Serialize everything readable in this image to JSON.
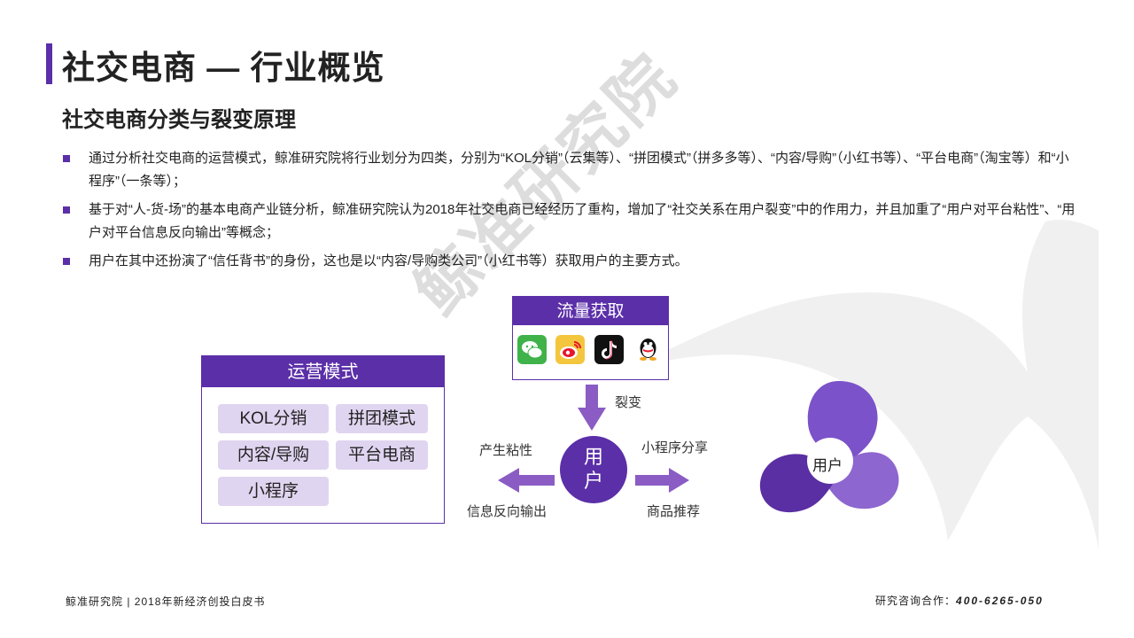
{
  "header": {
    "title": "社交电商 — 行业概览",
    "subtitle": "社交电商分类与裂变原理"
  },
  "bullets": [
    "通过分析社交电商的运营模式，鲸准研究院将行业划分为四类，分别为“KOL分销”（云集等）、“拼团模式”（拼多多等）、“内容/导购”（小红书等）、“平台电商”（淘宝等）和“小程序”（一条等）；",
    "基于对“人-货-场”的基本电商产业链分析，鲸准研究院认为2018年社交电商已经经历了重构，增加了“社交关系在用户裂变”中的作用力，并且加重了“用户对平台粘性”、“用户对平台信息反向输出”等概念；",
    "用户在其中还扮演了“信任背书”的身份，这也是以“内容/导购类公司”（小红书等）获取用户的主要方式。"
  ],
  "watermark": "鲸准研究院",
  "ops": {
    "title": "运营模式",
    "items": [
      "KOL分销",
      "拼团模式",
      "内容/导购",
      "平台电商",
      "小程序"
    ]
  },
  "traffic": {
    "title": "流量获取",
    "apps": [
      "wechat-icon",
      "weibo-icon",
      "tiktok-icon",
      "qq-icon"
    ]
  },
  "flow": {
    "fission": "裂变",
    "stickiness": "产生粘性",
    "reverse_output": "信息反向输出",
    "miniprogram_share": "小程序分享",
    "product_recommend": "商品推荐",
    "user": "用户"
  },
  "trefoil": {
    "label": "用户",
    "color": "#6b3fb8"
  },
  "colors": {
    "accent": "#5b2fa8",
    "chip": "#e0d5f0",
    "arrow": "#8a5cc4"
  },
  "footer": {
    "left": "鲸准研究院 | 2018年新经济创投白皮书",
    "right_label": "研究咨询合作：",
    "right_phone": "400-6265-050"
  }
}
